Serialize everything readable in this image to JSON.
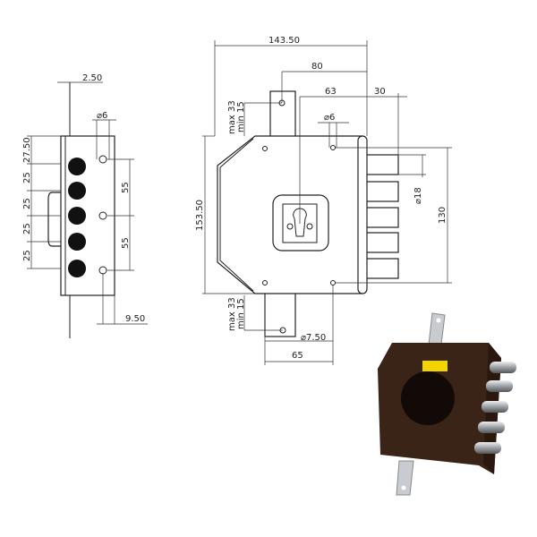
{
  "side_view": {
    "rod_width": "2.50",
    "hole_diameter": "⌀6",
    "edge_offset": "9.50",
    "top_offset": "27.50",
    "bolt_pitch": [
      "25",
      "25",
      "25",
      "25"
    ],
    "screw_pitch": [
      "55",
      "55"
    ]
  },
  "front_view": {
    "width": "143.50",
    "backset_plate": "80",
    "backset_cylinder": "63",
    "bolt_throw": "30",
    "hole_diameter": "⌀6",
    "height": "153.50",
    "bolt_span": "130",
    "bolt_diameter": "⌀18",
    "plate_top_adjust_max": "max 33",
    "plate_top_adjust_min": "min 15",
    "plate_bottom_adjust_max": "max 33",
    "plate_bottom_adjust_min": "min 15",
    "plate_hole": "⌀7.50",
    "plate_spacing": "65"
  },
  "colors": {
    "body": "#3a2418",
    "steel": "#c8ccd0",
    "label": "#f2d400"
  }
}
